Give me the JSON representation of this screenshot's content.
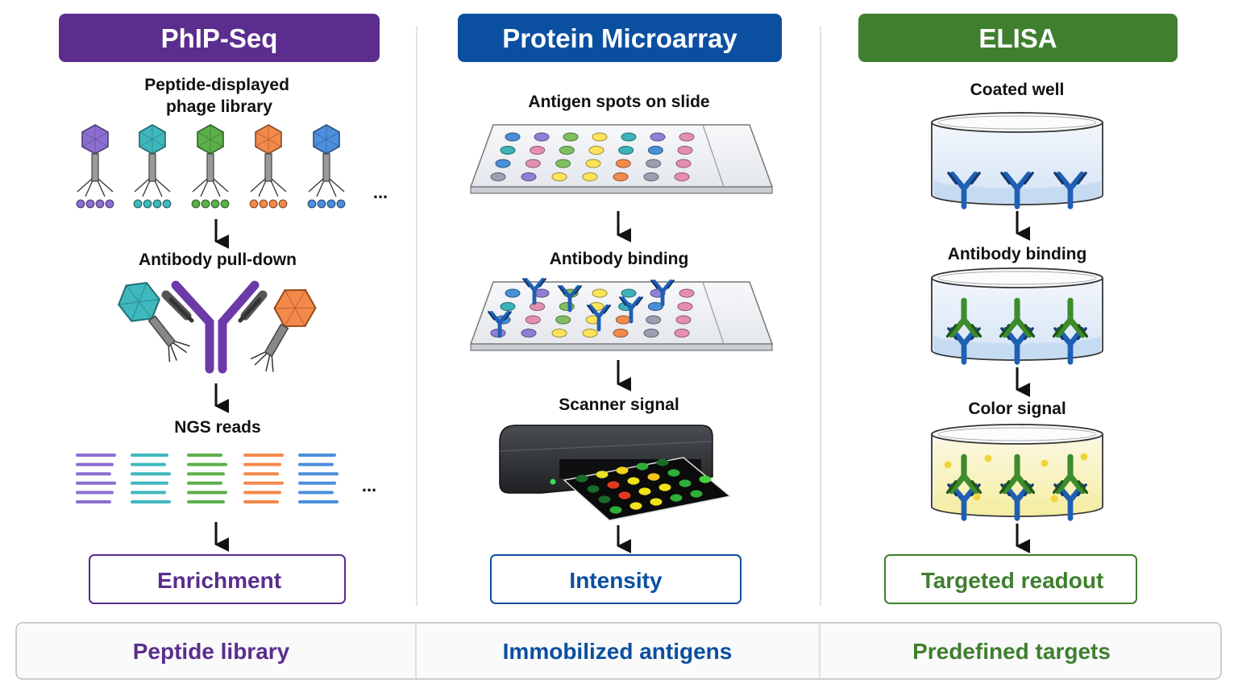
{
  "colors": {
    "phip": "#5b2d8e",
    "micro": "#0b4fa0",
    "elisa": "#3f7f2f",
    "divider": "#d9d9d9",
    "arrow": "#111111",
    "antibody_blue": "#1f5fb4",
    "antibody_green": "#3c8c2c",
    "signal_yellow": "#f2d43a",
    "spot_palette": [
      "#8f7fd6",
      "#3bb3b8",
      "#7fbf5f",
      "#f28a4a",
      "#4a8fd6",
      "#9aa0b0",
      "#e58fb0",
      "#ffe45a"
    ]
  },
  "columns": {
    "phip": {
      "header": "PhIP-Seq",
      "step1_label": [
        "Peptide-displayed",
        "phage library"
      ],
      "ellipsis_1": "...",
      "step2_label": "Antibody pull-down",
      "step3_label": "NGS reads",
      "ellipsis_2": "...",
      "result": "Enrichment",
      "footer": "Peptide library",
      "phage_colors": [
        "#8b6fd0",
        "#3fb8bd",
        "#5cb04a",
        "#f3894a",
        "#4c8fdc"
      ]
    },
    "micro": {
      "header": "Protein Microarray",
      "step1_label": "Antigen spots on slide",
      "step2_label": "Antibody binding",
      "step3_label": "Scanner signal",
      "result": "Intensity",
      "footer": "Immobilized antigens"
    },
    "elisa": {
      "header": "ELISA",
      "step1_label": "Coated well",
      "step2_label": "Antibody binding",
      "step3_label": "Color signal",
      "result": "Targeted readout",
      "footer": "Predefined targets"
    }
  }
}
